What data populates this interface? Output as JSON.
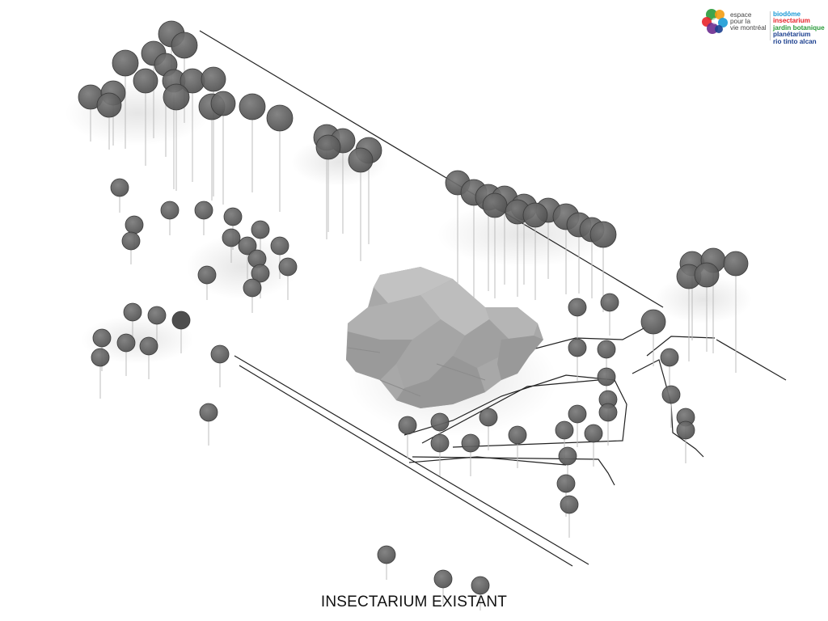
{
  "caption": "INSECTARIUM EXISTANT",
  "logo": {
    "text_lines": [
      "espace",
      "pour la",
      "vie montréal"
    ],
    "brands": [
      {
        "name": "biodôme",
        "color": "#1a9ad6"
      },
      {
        "name": "insectarium",
        "color": "#e8232a"
      },
      {
        "name": "jardin botanique",
        "color": "#2a9a3a"
      },
      {
        "name": "planétarium",
        "color": "#1b3f8f"
      },
      {
        "name": "rio tinto alcan",
        "color": "#1b3f8f"
      }
    ],
    "mark_colors": [
      "#e8232a",
      "#f39c12",
      "#2a9a3a",
      "#1a9ad6",
      "#6b2c8f",
      "#1b3f8f"
    ]
  },
  "colors": {
    "tree": "#5f5f5f",
    "tree_dark": "#444444",
    "building": "#a9a9a9",
    "building_light": "#c4c4c4",
    "line": "#222222"
  }
}
